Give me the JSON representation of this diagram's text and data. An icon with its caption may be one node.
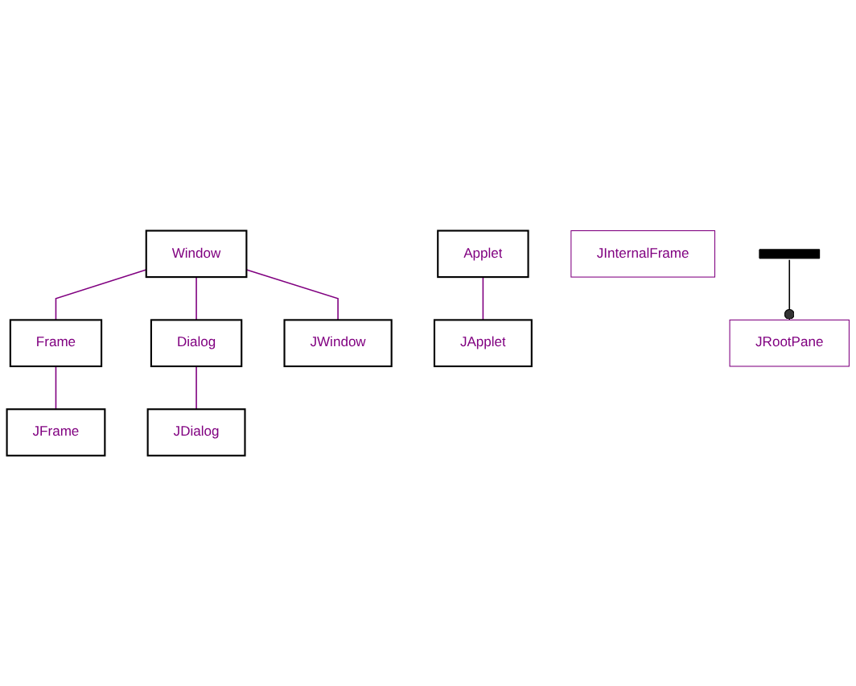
{
  "diagram": {
    "nodes": [
      {
        "text": [
          "Window"
        ]
      },
      {
        "text": [
          "Applet"
        ]
      },
      {
        "text": [
          "Frame"
        ]
      },
      {
        "text": [
          "Dialog"
        ]
      },
      {
        "text": [
          "JFrame"
        ]
      },
      {
        "text": [
          "JDialog"
        ]
      },
      {
        "text": [
          "JWindow"
        ]
      },
      {
        "text": [
          "JApplet"
        ]
      },
      {
        "text": [
          "JInternalFrame"
        ]
      },
      {
        "text": [],
        "shape": "bar"
      },
      {
        "text": [
          "JRootPane"
        ]
      }
    ],
    "edges": [
      {
        "from": 0,
        "to": 2,
        "arrow": "none"
      },
      {
        "from": 0,
        "to": 3,
        "arrow": "none"
      },
      {
        "from": 0,
        "to": 6,
        "arrow": "none"
      },
      {
        "from": 1,
        "to": 7,
        "arrow": "none"
      },
      {
        "from": 2,
        "to": 4,
        "arrow": "none"
      },
      {
        "from": 3,
        "to": 5,
        "arrow": "none"
      },
      {
        "from": 9,
        "to": 10,
        "arrow": "other",
        "color": "#000000"
      }
    ]
  }
}
